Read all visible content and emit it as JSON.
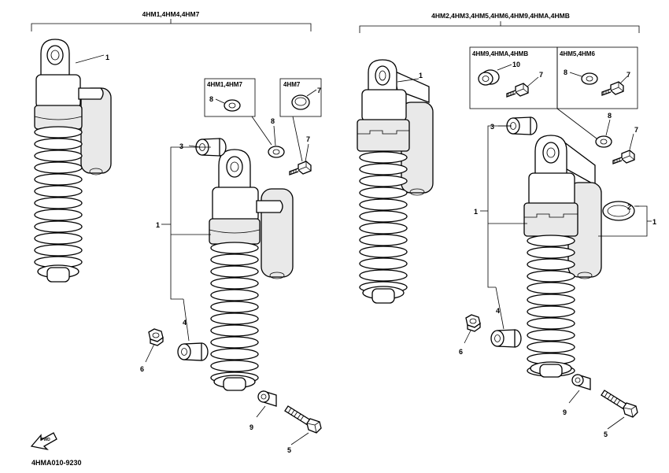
{
  "groups": {
    "left_header": "4HM1,4HM4,4HM7",
    "right_header": "4HM2,4HM3,4HM5,4HM6,4HM9,4HMA,4HMB"
  },
  "boxes": {
    "box_4hm1_4hm7": "4HM1,4HM7",
    "box_4hm7": "4HM7",
    "box_4hm9": "4HM9,4HMA,4HMB",
    "box_4hm5": "4HM5,4HM6"
  },
  "callouts": {
    "n1": "1",
    "n2": "2",
    "n3": "3",
    "n4": "4",
    "n5": "5",
    "n6": "6",
    "n7": "7",
    "n8": "8",
    "n9": "9",
    "n10": "10"
  },
  "footer": {
    "drawing_code": "4HMA010-9230",
    "front_arrow_text": "FWD"
  }
}
